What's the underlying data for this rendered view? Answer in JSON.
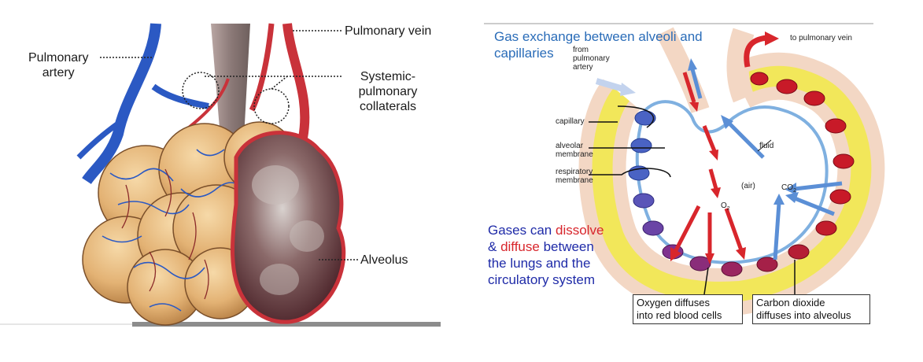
{
  "left": {
    "labels": {
      "pulmonary_artery": "Pulmonary\nartery",
      "pulmonary_vein": "Pulmonary vein",
      "collaterals": "Systemic-\npulmonary\ncollaterals",
      "alveolus": "Alveolus"
    }
  },
  "right": {
    "title": "Gas exchange between alveoli and\ncapillaries",
    "from_artery": "from\npulmonary\nartery",
    "to_vein": "to pulmonary vein",
    "capillary": "capillary",
    "alveolar_membrane": "alveolar\nmembrane",
    "respiratory_membrane": "respiratory\nmembrane",
    "fluid": "fluid",
    "air": "(air)",
    "o2": "O",
    "o2_sub": "2",
    "co2": "CO",
    "co2_sub": "2",
    "caption": {
      "part1": "Gases can ",
      "part2": "dissolve",
      "part3": "& ",
      "part4": "diffuse",
      "part5": " between",
      "part6": "the lungs and the",
      "part7": "circulatory system"
    },
    "box_oxygen": "Oxygen diffuses\ninto red blood cells",
    "box_co2": "Carbon dioxide\ndiffuses into alveolus"
  },
  "colors": {
    "artery_blue": "#2b59c3",
    "vein_red": "#c9323a",
    "alveoli_tan": "#e3b274",
    "title_blue": "#2a6cb8",
    "arrow_blue": "#5b8fd6",
    "arrow_red": "#d8262c"
  }
}
